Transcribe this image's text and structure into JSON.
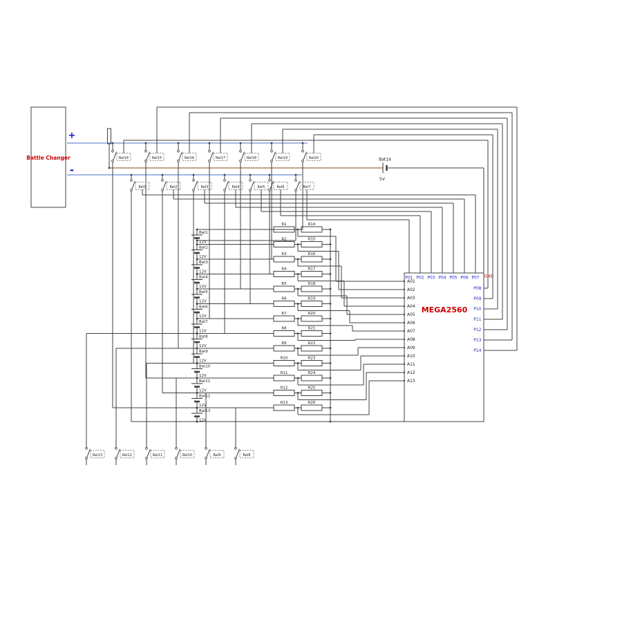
{
  "charger": {
    "label": "Battle Changer",
    "plus": "+",
    "minus": "-"
  },
  "aux_battery": {
    "name": "Bat14",
    "voltage": "5V"
  },
  "relays": {
    "top": [
      "Rel14",
      "Rel15",
      "Rel16",
      "Rel17",
      "Rel18",
      "Rel19",
      "Rel20"
    ],
    "middle": [
      "Rel1",
      "Rel2",
      "Rel3",
      "Rel4",
      "Rel5",
      "Rel6",
      "Rel7"
    ],
    "bottom": [
      "Rel13",
      "Rel12",
      "Rel11",
      "Rel10",
      "Rel9",
      "Rel8"
    ]
  },
  "batteries": [
    {
      "name": "Bat1",
      "voltage": "12V"
    },
    {
      "name": "Bat2",
      "voltage": "12V"
    },
    {
      "name": "Bat3",
      "voltage": "12V"
    },
    {
      "name": "Bat4",
      "voltage": "12V"
    },
    {
      "name": "Bat5",
      "voltage": "12V"
    },
    {
      "name": "Bat6",
      "voltage": "12V"
    },
    {
      "name": "Bat7",
      "voltage": "12V"
    },
    {
      "name": "Bat8",
      "voltage": "12V"
    },
    {
      "name": "Bat9",
      "voltage": "12V"
    },
    {
      "name": "Bat10",
      "voltage": "12V"
    },
    {
      "name": "Bat11",
      "voltage": "12V"
    },
    {
      "name": "Bat12",
      "voltage": "12V"
    },
    {
      "name": "Bat13",
      "voltage": "12V"
    }
  ],
  "resistors": {
    "left": [
      "R1",
      "R2",
      "R3",
      "R4",
      "R5",
      "R6",
      "R7",
      "R8",
      "R9",
      "R10",
      "R11",
      "R12",
      "R13"
    ],
    "right": [
      "R14",
      "R15",
      "R16",
      "R17",
      "R18",
      "R19",
      "R20",
      "R21",
      "R22",
      "R23",
      "R24",
      "R25",
      "R26"
    ]
  },
  "mcu": {
    "label": "MEGA2560",
    "gnd": "GND",
    "analog_pins": [
      "A01",
      "A02",
      "A03",
      "A04",
      "A05",
      "A06",
      "A07",
      "A08",
      "A09",
      "A10",
      "A11",
      "A12",
      "A13"
    ],
    "top_pins": [
      "P01",
      "P02",
      "P03",
      "P04",
      "P05",
      "P06",
      "P07"
    ],
    "right_pins": [
      "P08",
      "P09",
      "P10",
      "P11",
      "P12",
      "P13",
      "P14"
    ]
  },
  "colors": {
    "wire": "#3f3f3f",
    "bus_blue": "#4472C4",
    "supply_brown": "#8B4513",
    "label_red": "#CC0000",
    "pin_blue": "#1F1FCC",
    "terminal_blue": "#1414CC",
    "text": "#1a1a1a"
  }
}
